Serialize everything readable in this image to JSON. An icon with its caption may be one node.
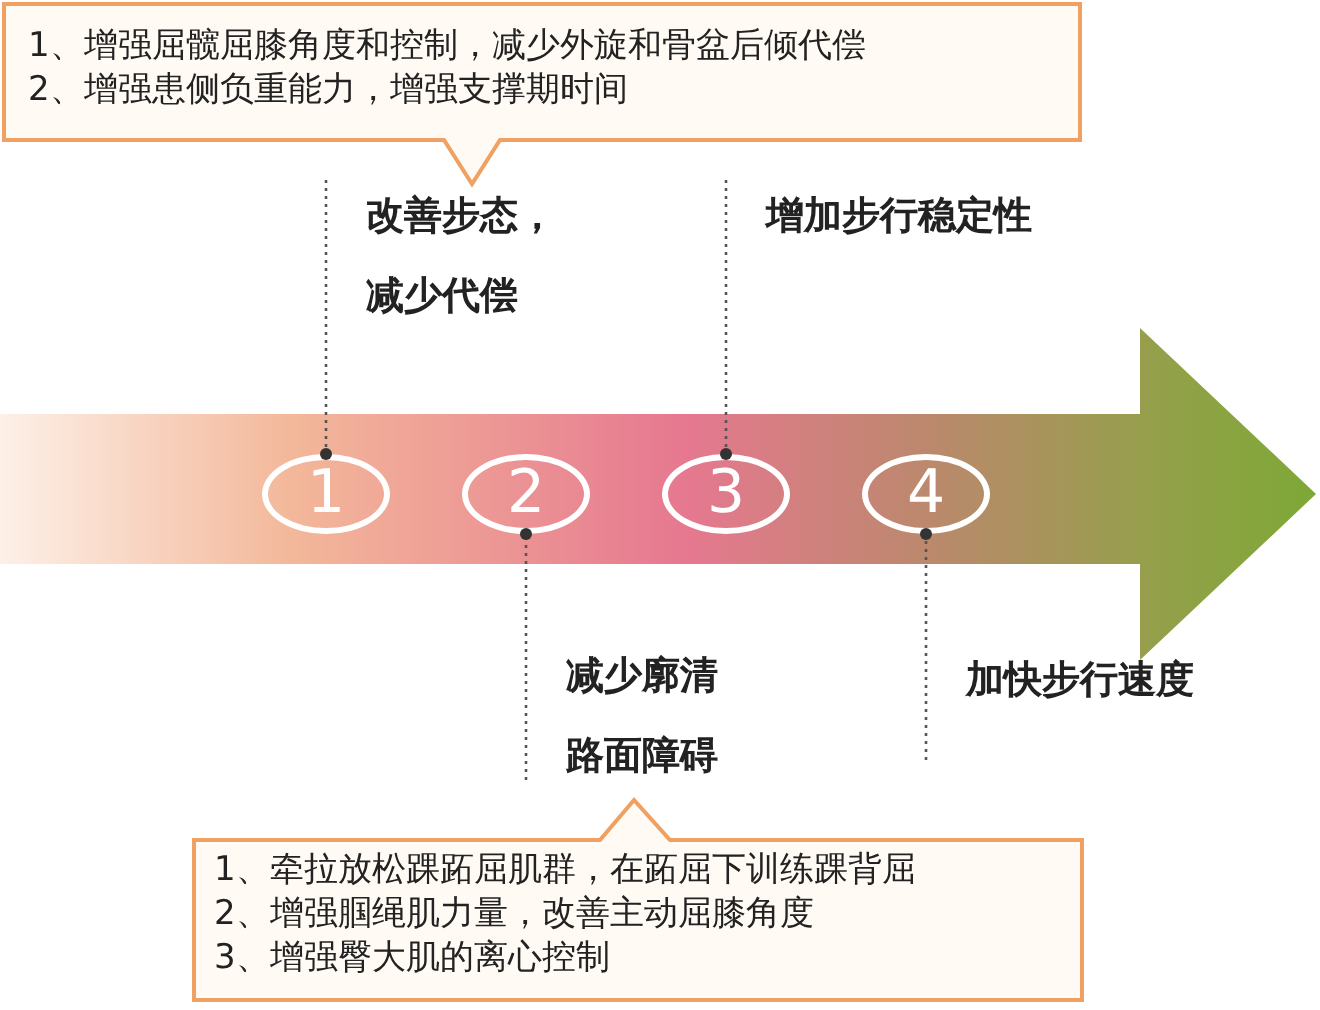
{
  "diagram": {
    "nodes": [
      {
        "text": [
          "1、增强屈髋屈膝角度和控制，减少外旋和骨盆后倾代偿",
          "2、增强患侧负重能力，增强支撑期时间"
        ]
      },
      {
        "text": [
          "改善步态，减少代偿"
        ]
      },
      {
        "text": [
          "增加步行稳定性"
        ]
      },
      {
        "text": [],
        "shape": "arrow"
      },
      {
        "text": [
          "1"
        ],
        "in": 3
      },
      {
        "text": [
          "2"
        ],
        "in": 3
      },
      {
        "text": [
          "3"
        ],
        "in": 3
      },
      {
        "text": [
          "4"
        ],
        "in": 3
      },
      {
        "text": [
          "减少廓清路面障碍"
        ]
      },
      {
        "text": [
          "加快步行速度"
        ]
      },
      {
        "text": [
          "1、牵拉放松踝跖屈肌群，在跖屈下训练踝背屈",
          "2、增强腘绳肌力量，改善主动屈膝角度",
          "3、增强臀大肌的离心控制"
        ]
      }
    ],
    "edges": [
      {
        "from": 1,
        "to": 4,
        "arrow": "other",
        "style": "dashed"
      },
      {
        "from": 2,
        "to": 6,
        "arrow": "other",
        "style": "dashed"
      },
      {
        "from": 8,
        "to": 5,
        "arrow": "other",
        "style": "dashed"
      },
      {
        "from": 9,
        "to": 7,
        "arrow": "other",
        "style": "dashed"
      }
    ]
  }
}
